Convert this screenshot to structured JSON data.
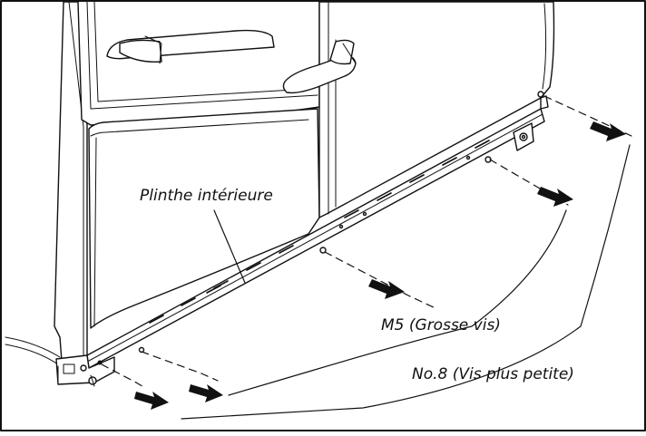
{
  "labels": {
    "plinthe": "Plinthe intérieure",
    "m5": "M5 (Grosse vis)",
    "no8": "No.8 (Vis plus petite)"
  },
  "colors": {
    "line": "#111111",
    "background": "#ffffff"
  }
}
